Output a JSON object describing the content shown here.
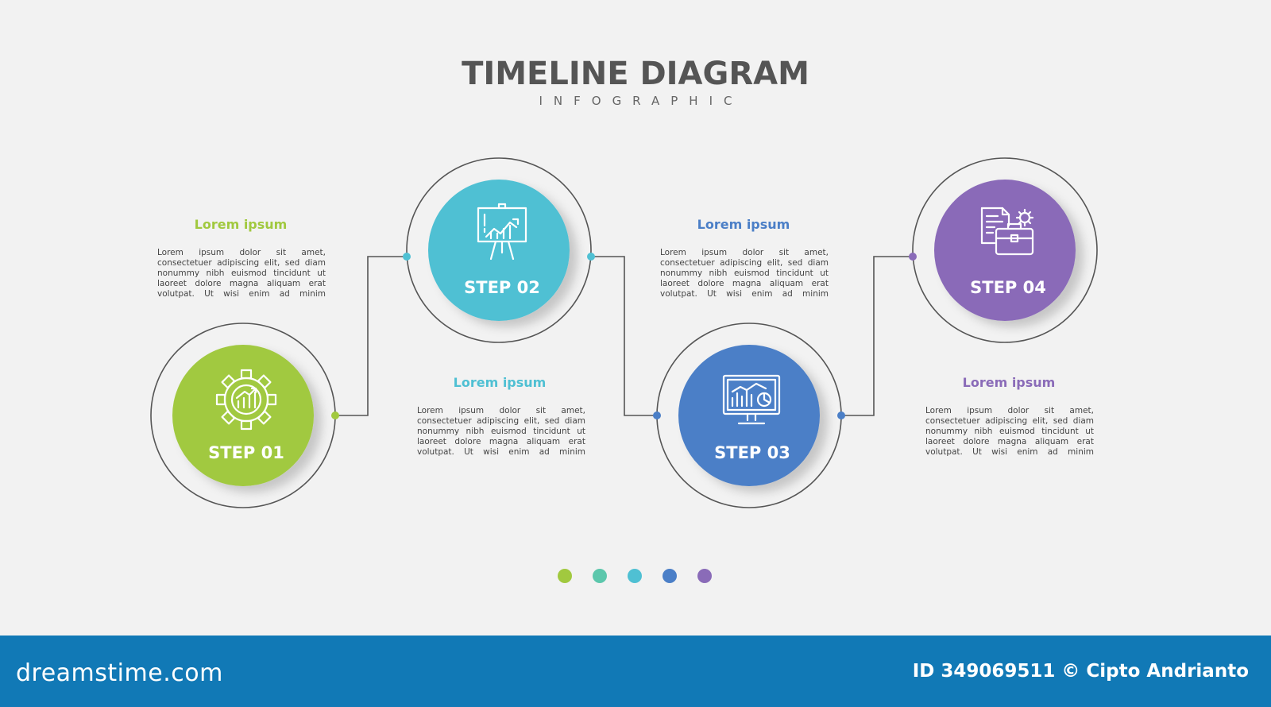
{
  "header": {
    "title": "TIMELINE DIAGRAM",
    "subtitle": "INFOGRAPHIC"
  },
  "steps": [
    {
      "label": "STEP 01",
      "heading": "Lorem ipsum",
      "color": "#a1c93f",
      "icon": "gear-growth-icon",
      "text": "Lorem ipsum dolor sit amet, consectetuer adipiscing elit, sed diam nonummy nibh euismod tincidunt ut laoreet dolore magna aliquam erat volutpat. Ut wisi enim ad minim"
    },
    {
      "label": "STEP 02",
      "heading": "Lorem ipsum",
      "color": "#4fc0d3",
      "icon": "presentation-board-icon",
      "text": "Lorem ipsum dolor sit amet, consectetuer adipiscing elit, sed diam nonummy nibh euismod tincidunt ut laoreet dolore magna aliquam erat volutpat. Ut wisi enim ad minim"
    },
    {
      "label": "STEP 03",
      "heading": "Lorem ipsum",
      "color": "#4b7fc7",
      "icon": "monitor-analytics-icon",
      "text": "Lorem ipsum dolor sit amet, consectetuer adipiscing elit, sed diam nonummy nibh euismod tincidunt ut laoreet dolore magna aliquam erat volutpat. Ut wisi enim ad minim"
    },
    {
      "label": "STEP 04",
      "heading": "Lorem ipsum",
      "color": "#8a6bb8",
      "icon": "briefcase-documents-icon",
      "text": "Lorem ipsum dolor sit amet, consectetuer adipiscing elit, sed diam nonummy nibh euismod tincidunt ut laoreet dolore magna aliquam erat volutpat. Ut wisi enim ad minim"
    }
  ],
  "palette_dots": [
    "#a1c93f",
    "#5cc7ac",
    "#4fc0d3",
    "#4b7fc7",
    "#8a6bb8"
  ],
  "footer": {
    "brand": "dreamstime.com",
    "credit": "ID 349069511 © Cipto Andrianto"
  }
}
